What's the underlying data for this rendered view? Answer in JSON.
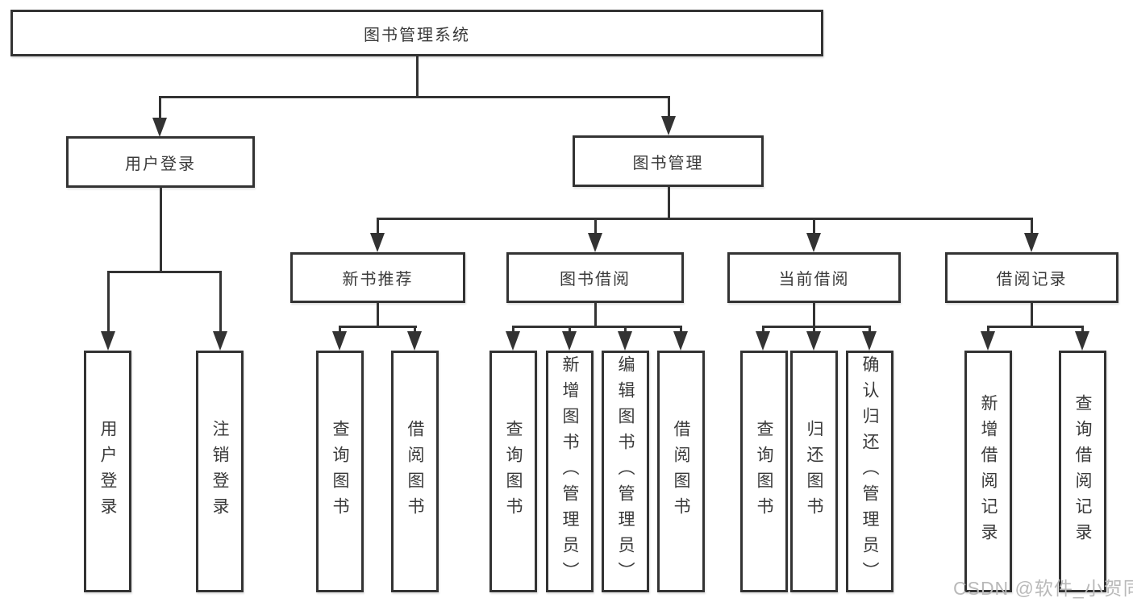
{
  "diagram_type": "tree",
  "tree": {
    "label": "图书管理系统",
    "children": [
      {
        "label": "用户登录",
        "children": [
          {
            "label": "用户登录"
          },
          {
            "label": "注销登录"
          }
        ]
      },
      {
        "label": "图书管理",
        "children": [
          {
            "label": "新书推荐",
            "children": [
              {
                "label": "查询图书"
              },
              {
                "label": "借阅图书"
              }
            ]
          },
          {
            "label": "图书借阅",
            "children": [
              {
                "label": "查询图书"
              },
              {
                "label": "新增图书（管理员）"
              },
              {
                "label": "编辑图书（管理员）"
              },
              {
                "label": "借阅图书"
              }
            ]
          },
          {
            "label": "当前借阅",
            "children": [
              {
                "label": "查询图书"
              },
              {
                "label": "归还图书"
              },
              {
                "label": "确认归还（管理员）"
              }
            ]
          },
          {
            "label": "借阅记录",
            "children": [
              {
                "label": "新增借阅记录"
              },
              {
                "label": "查询借阅记录"
              }
            ]
          }
        ]
      }
    ]
  },
  "watermark": {
    "text": "CSDN @软件_小贺同学"
  },
  "colors": {
    "line": "#333333",
    "box_border": "#333333",
    "text": "#3a3a3a",
    "watermark": "#b9b9b9",
    "background": "#ffffff"
  }
}
